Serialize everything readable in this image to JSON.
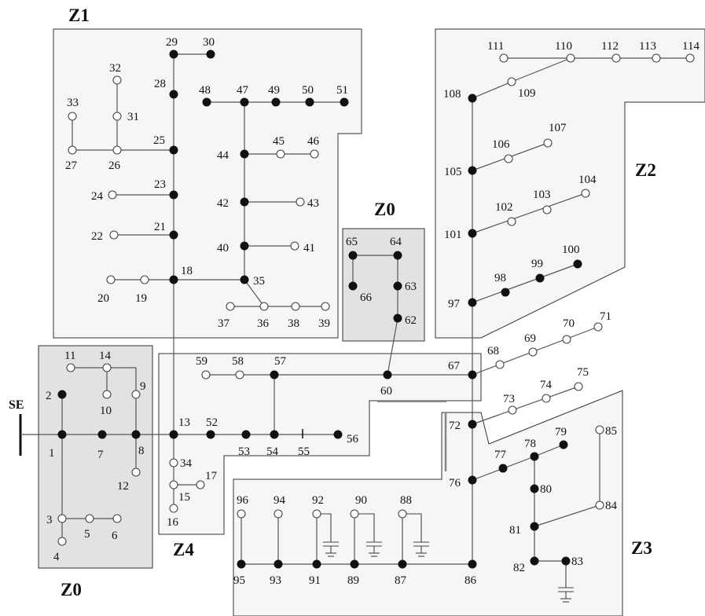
{
  "zones": {
    "z1": "Z1",
    "z2": "Z2",
    "z3": "Z3",
    "z4": "Z4",
    "z0_top": "Z0",
    "z0_bottom": "Z0"
  },
  "substation_label": "SE",
  "node_labels": {
    "1": "1",
    "2": "2",
    "3": "3",
    "4": "4",
    "5": "5",
    "6": "6",
    "7": "7",
    "8": "8",
    "9": "9",
    "10": "10",
    "11": "11",
    "12": "12",
    "13": "13",
    "14": "14",
    "15": "15",
    "16": "16",
    "17": "17",
    "18": "18",
    "19": "19",
    "20": "20",
    "21": "21",
    "22": "22",
    "23": "23",
    "24": "24",
    "25": "25",
    "26": "26",
    "27": "27",
    "28": "28",
    "29": "29",
    "30": "30",
    "31": "31",
    "32": "32",
    "33": "33",
    "34": "34",
    "35": "35",
    "36": "36",
    "37": "37",
    "38": "38",
    "39": "39",
    "40": "40",
    "41": "41",
    "42": "42",
    "43": "43",
    "44": "44",
    "45": "45",
    "46": "46",
    "47": "47",
    "48": "48",
    "49": "49",
    "50": "50",
    "51": "51",
    "52": "52",
    "53": "53",
    "54": "54",
    "55": "55",
    "56": "56",
    "57": "57",
    "58": "58",
    "59": "59",
    "60": "60",
    "62": "62",
    "63": "63",
    "64": "64",
    "65": "65",
    "66": "66",
    "67": "67",
    "68": "68",
    "69": "69",
    "70": "70",
    "71": "71",
    "72": "72",
    "73": "73",
    "74": "74",
    "75": "75",
    "76": "76",
    "77": "77",
    "78": "78",
    "79": "79",
    "80": "80",
    "81": "81",
    "82": "82",
    "83": "83",
    "84": "84",
    "85": "85",
    "86": "86",
    "87": "87",
    "88": "88",
    "89": "89",
    "90": "90",
    "91": "91",
    "92": "92",
    "93": "93",
    "94": "94",
    "95": "95",
    "96": "96",
    "97": "97",
    "98": "98",
    "99": "99",
    "100": "100",
    "101": "101",
    "102": "102",
    "103": "103",
    "104": "104",
    "105": "105",
    "106": "106",
    "107": "107",
    "108": "108",
    "109": "109",
    "110": "110",
    "111": "111",
    "112": "112",
    "113": "113",
    "114": "114"
  }
}
